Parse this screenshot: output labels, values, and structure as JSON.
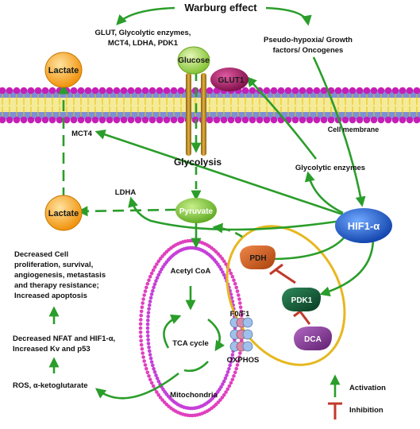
{
  "colors": {
    "arrow": "#2a9d2a",
    "inhibit": "#c0392b",
    "membrane": "#c51fb6",
    "channel": "#b8860b",
    "mito_outline": "#e03fbf",
    "lactate": "#f5a623",
    "glucose": "#a8d85a",
    "glut1": "#b0186a",
    "hif": "#1f5fd8",
    "pdh": "#d95b1a",
    "pdk1": "#0f5a36",
    "dca": "#8a3a9a",
    "ring": "#e6b820"
  },
  "labels": {
    "warburg": "Warburg effect",
    "warburg_left": [
      "GLUT, Glycolytic enzymes,",
      "MCT4, LDHA, PDK1"
    ],
    "warburg_right": [
      "Pseudo-hypoxia/ Growth",
      "factors/ Oncogenes"
    ],
    "cell_membrane": "Cell membrane",
    "mct4": "MCT4",
    "glycolysis": "Glycolysis",
    "glycolytic_enzymes": "Glycolytic enzymes",
    "ldha": "LDHA",
    "acetyl_coa": "Acetyl CoA",
    "tca": "TCA cycle",
    "f0f1": "F0/F1",
    "oxphos": "OXPHOS",
    "mitochondria": "Mitochondria",
    "outcome1": [
      "Decreased Cell",
      "proliferation, survival,",
      "angiogenesis, metastasis",
      "and therapy resistance;",
      "Increased apoptosis"
    ],
    "outcome2": [
      "Decreased NFAT and HIF1-α,",
      "Increased Kv and p53"
    ],
    "ros": "ROS, α-ketoglutarate",
    "activation": "Activation",
    "inhibition": "Inhibition"
  },
  "nodes": {
    "lactate_top": "Lactate",
    "lactate_bottom": "Lactate",
    "glucose": "Glucose",
    "glut1": "GLUT1",
    "pyruvate": "Pyruvate",
    "hif1a": "HIF1-α",
    "pdh": "PDH",
    "pdk1": "PDK1",
    "dca": "DCA"
  }
}
